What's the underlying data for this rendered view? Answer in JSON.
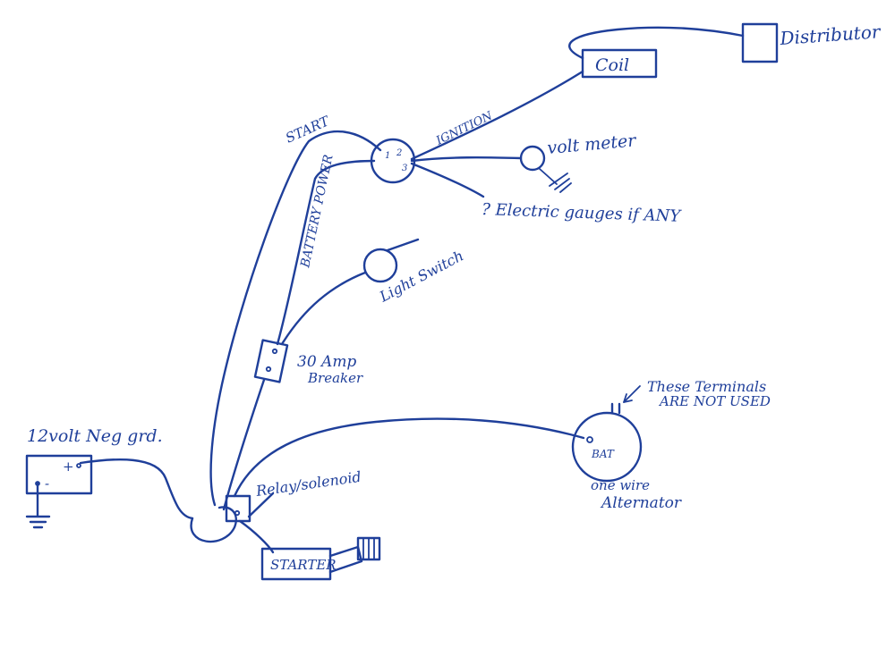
{
  "labels": {
    "distributor": "Distributor",
    "coil": "Coil",
    "ignition": "IGNITION",
    "start": "START",
    "volt_meter": "volt meter",
    "battery_power": "BATTERY POWER",
    "electric_gauges": "? Electric gauges if ANY",
    "light_switch": "Light Switch",
    "breaker_line1": "30 Amp",
    "breaker_line2": "Breaker",
    "battery": "12volt Neg grd.",
    "battery_plus": "+",
    "battery_minus": "-",
    "terminals_line1": "These Terminals",
    "terminals_line2": "ARE NOT USED",
    "bat_terminal": "BAT",
    "alternator_line1": "one wire",
    "alternator_line2": "Alternator",
    "relay": "Relay/solenoid",
    "starter": "STARTER",
    "switch_terminal_1": "1",
    "switch_terminal_2": "2",
    "switch_terminal_3": "3"
  },
  "colors": {
    "ink": "#1f3f9a",
    "paper": "#ffffff"
  }
}
